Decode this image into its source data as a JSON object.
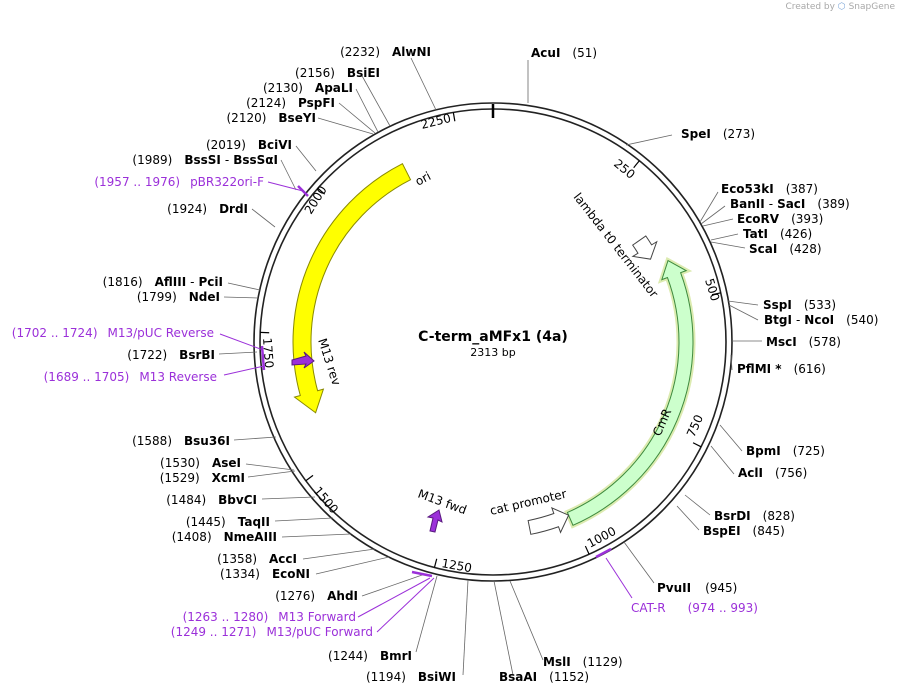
{
  "credit": {
    "prefix": "Created by",
    "brand": "SnapGene"
  },
  "plasmid": {
    "name": "C-term_aMFx1 (4a)",
    "length_label": "2313 bp",
    "length": 2313
  },
  "ticks": [
    "250",
    "500",
    "750",
    "1000",
    "1250",
    "1500",
    "1750",
    "2000",
    "2250"
  ],
  "features": [
    {
      "name": "ori",
      "color": "#ffff00",
      "stroke": "#8a8a00"
    },
    {
      "name": "lambda t0 terminator",
      "color": "#ffffff",
      "stroke": "#444444"
    },
    {
      "name": "CmR",
      "color": "#ccffcc",
      "stroke": "#3d8a3d"
    },
    {
      "name": "cat promoter",
      "color": "#ffffff",
      "stroke": "#444444"
    },
    {
      "name": "M13 rev",
      "color": "#9b30d9",
      "stroke": "#5a1a80"
    },
    {
      "name": "M13 fwd",
      "color": "#9b30d9",
      "stroke": "#5a1a80"
    }
  ],
  "sites": [
    {
      "name": "AcuI",
      "pos": "(51)"
    },
    {
      "name": "SpeI",
      "pos": "(273)"
    },
    {
      "name": "Eco53kI",
      "pos": "(387)"
    },
    {
      "name": "BanII",
      "extra": "SacI",
      "pos": "(389)"
    },
    {
      "name": "EcoRV",
      "pos": "(393)"
    },
    {
      "name": "TatI",
      "pos": "(426)"
    },
    {
      "name": "ScaI",
      "pos": "(428)"
    },
    {
      "name": "SspI",
      "pos": "(533)"
    },
    {
      "name": "BtgI",
      "extra": "NcoI",
      "pos": "(540)"
    },
    {
      "name": "MscI",
      "pos": "(578)"
    },
    {
      "name": "PflMI *",
      "pos": "(616)"
    },
    {
      "name": "BpmI",
      "pos": "(725)"
    },
    {
      "name": "AclI",
      "pos": "(756)"
    },
    {
      "name": "BsrDI",
      "pos": "(828)"
    },
    {
      "name": "BspEI",
      "pos": "(845)"
    },
    {
      "name": "PvuII",
      "pos": "(945)"
    },
    {
      "name": "MslI",
      "pos": "(1129)"
    },
    {
      "name": "BsaAI",
      "pos": "(1152)"
    },
    {
      "name": "BsiWI",
      "pos": "(1194)"
    },
    {
      "name": "BmrI",
      "pos": "(1244)"
    },
    {
      "name": "AhdI",
      "pos": "(1276)"
    },
    {
      "name": "EcoNI",
      "pos": "(1334)"
    },
    {
      "name": "AccI",
      "pos": "(1358)"
    },
    {
      "name": "NmeAIII",
      "pos": "(1408)"
    },
    {
      "name": "TaqII",
      "pos": "(1445)"
    },
    {
      "name": "BbvCI",
      "pos": "(1484)"
    },
    {
      "name": "XcmI",
      "pos": "(1529)"
    },
    {
      "name": "AseI",
      "pos": "(1530)"
    },
    {
      "name": "Bsu36I",
      "pos": "(1588)"
    },
    {
      "name": "BsrBI",
      "pos": "(1722)"
    },
    {
      "name": "NdeI",
      "pos": "(1799)"
    },
    {
      "name": "AflIII",
      "extra": "PciI",
      "pos": "(1816)"
    },
    {
      "name": "DrdI",
      "pos": "(1924)"
    },
    {
      "name": "BssSI",
      "extra": "BssSαI",
      "pos": "(1989)"
    },
    {
      "name": "BciVI",
      "pos": "(2019)"
    },
    {
      "name": "BseYI",
      "pos": "(2120)"
    },
    {
      "name": "PspFI",
      "pos": "(2124)"
    },
    {
      "name": "ApaLI",
      "pos": "(2130)"
    },
    {
      "name": "BsiEI",
      "pos": "(2156)"
    },
    {
      "name": "AlwNI",
      "pos": "(2232)"
    }
  ],
  "primers": [
    {
      "name": "CAT-R",
      "range": "(974 .. 993)"
    },
    {
      "name": "M13 Forward",
      "range": "(1263 .. 1280)"
    },
    {
      "name": "M13/pUC Forward",
      "range": "(1249 .. 1271)"
    },
    {
      "name": "M13 Reverse",
      "range": "(1689 .. 1705)"
    },
    {
      "name": "M13/pUC Reverse",
      "range": "(1702 .. 1724)"
    },
    {
      "name": "pBR322ori-F",
      "range": "(1957 .. 1976)"
    }
  ]
}
